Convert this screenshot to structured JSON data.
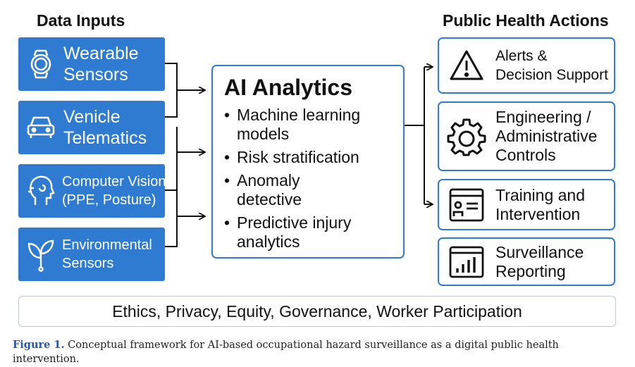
{
  "headings": {
    "inputs": "Data Inputs",
    "actions": "Public Health Actions"
  },
  "inputs": [
    {
      "icon": "smartwatch-icon",
      "lines": [
        "Wearable",
        "Sensors"
      ]
    },
    {
      "icon": "car-icon",
      "lines": [
        "Venicle",
        "Telematics"
      ]
    },
    {
      "icon": "head-icon",
      "lines": [
        "Computer Vision",
        "(PPE, Posture)"
      ]
    },
    {
      "icon": "plant-icon",
      "lines": [
        "Environmental",
        "Sensors"
      ]
    }
  ],
  "analytics": {
    "title": "AI Analytics",
    "bullet": "•",
    "items": [
      {
        "lines": [
          "Machine learning",
          "models"
        ]
      },
      {
        "lines": [
          "Risk stratification"
        ]
      },
      {
        "lines": [
          "Anomaly",
          "detective"
        ]
      },
      {
        "lines": [
          "Predictive injury",
          "analytics"
        ]
      }
    ]
  },
  "actions": [
    {
      "icon": "warning-icon",
      "lines": [
        "Alerts &",
        "Decision Support"
      ]
    },
    {
      "icon": "gear-icon",
      "lines": [
        "Engineering /",
        "Administrative",
        "Controls"
      ]
    },
    {
      "icon": "id-card-icon",
      "lines": [
        "Training and",
        "Intervention"
      ]
    },
    {
      "icon": "bar-chart-icon",
      "lines": [
        "Surveillance",
        "Reporting"
      ]
    }
  ],
  "footer": "Ethics, Privacy, Equity, Governance, Worker Participation",
  "caption": {
    "label": "Figure 1.",
    "text": "Conceptual framework for AI-based occupational hazard surveillance as a digital public health intervention."
  },
  "colors": {
    "accent": "#2f7bd1",
    "caption_label": "#2a56a6"
  }
}
